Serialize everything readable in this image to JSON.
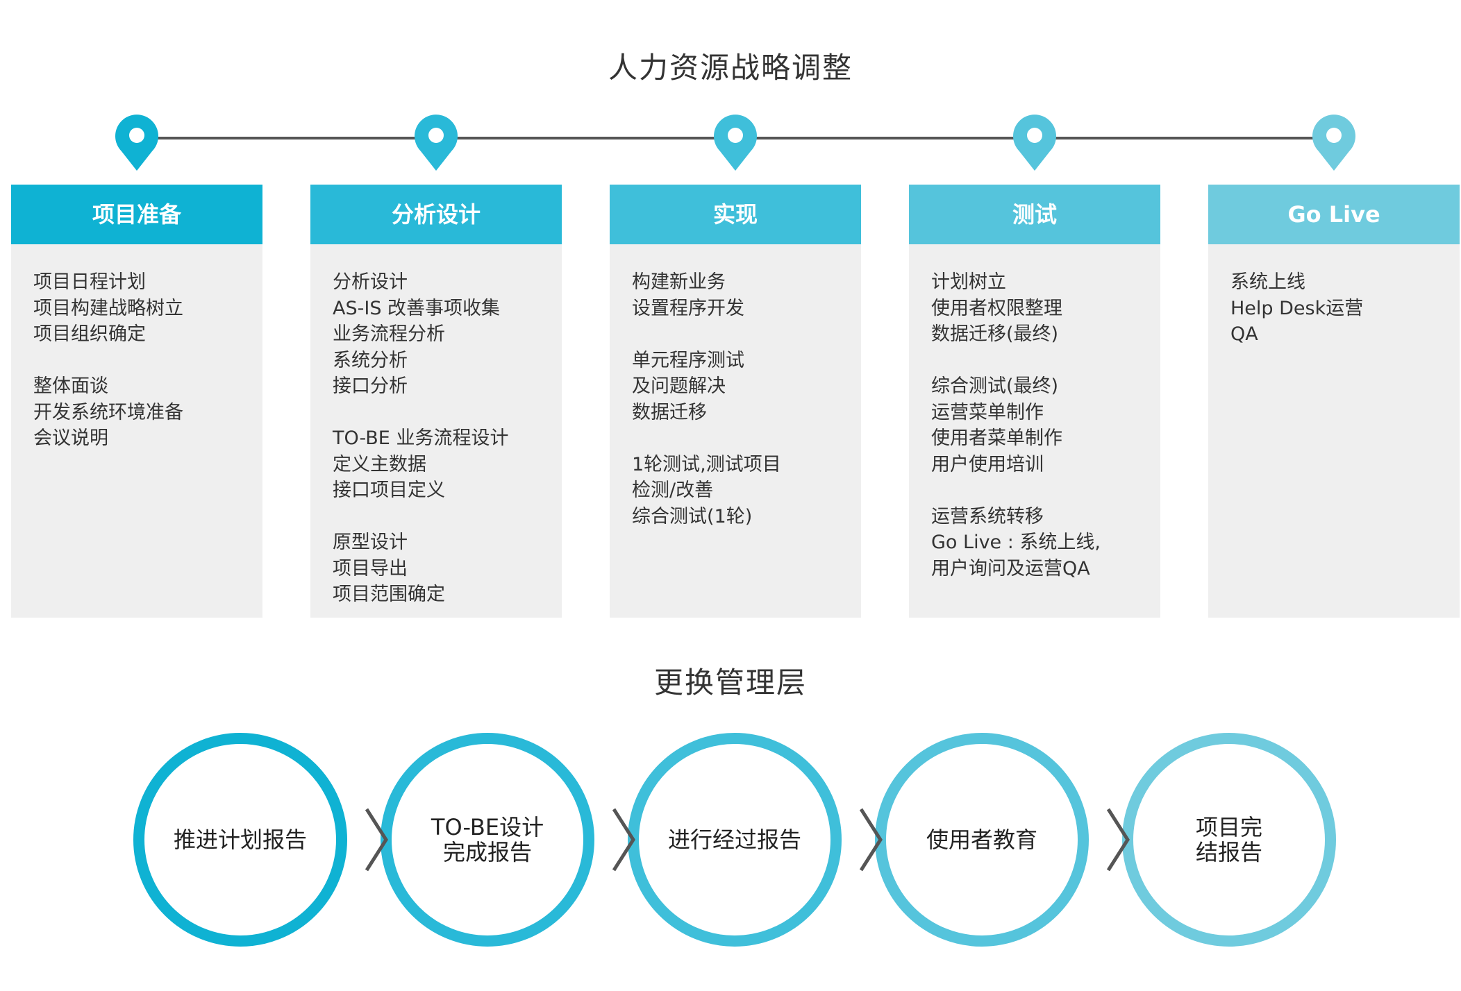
{
  "top_title": "人力资源战略调整",
  "bottom_title": "更换管理层",
  "colors": {
    "line": "#555555",
    "background_panel": "#efefef",
    "phase": [
      "#0fb2d3",
      "#29b9d8",
      "#3fbfda",
      "#55c4dc",
      "#6fcbde"
    ],
    "cycle": [
      "#0fb2d3",
      "#29b9d8",
      "#3fbfda",
      "#55c4dc",
      "#6fcbde"
    ],
    "arrow": "#555555"
  },
  "icons": {
    "timeline_marker": "location-pin-icon",
    "cycle_connector": "chevron-right-icon"
  },
  "phases": [
    {
      "title": "项目准备",
      "groups": [
        [
          "项目日程计划",
          "项目构建战略树立",
          "项目组织确定"
        ],
        [
          "整体面谈",
          "开发系统环境准备",
          "会议说明"
        ]
      ]
    },
    {
      "title": "分析设计",
      "groups": [
        [
          "分析设计",
          "AS-IS 改善事项收集",
          "业务流程分析",
          "系统分析",
          "接口分析"
        ],
        [
          "TO-BE 业务流程设计",
          "定义主数据",
          "接口项目定义"
        ],
        [
          "原型设计",
          "项目导出",
          "项目范围确定"
        ]
      ]
    },
    {
      "title": "实现",
      "groups": [
        [
          "构建新业务",
          "设置程序开发"
        ],
        [
          "单元程序测试",
          "及问题解决",
          "数据迁移"
        ],
        [
          "1轮测试,测试项目",
          "检测/改善",
          "综合测试(1轮)"
        ]
      ]
    },
    {
      "title": "测试",
      "groups": [
        [
          "计划树立",
          "使用者权限整理",
          "数据迁移(最终)"
        ],
        [
          "综合测试(最终)",
          "运营菜单制作",
          "使用者菜单制作",
          "用户使用培训"
        ],
        [
          "运营系统转移",
          "Go Live : 系统上线,",
          "用户询问及运营QA"
        ]
      ]
    },
    {
      "title": "Go Live",
      "groups": [
        [
          "系统上线",
          "Help Desk运营",
          "QA"
        ]
      ]
    }
  ],
  "cycle": [
    {
      "lines": [
        "推进计划报告"
      ]
    },
    {
      "lines": [
        "TO-BE设计",
        "完成报告"
      ]
    },
    {
      "lines": [
        "进行经过报告"
      ]
    },
    {
      "lines": [
        "使用者教育"
      ]
    },
    {
      "lines": [
        "项目完",
        "结报告"
      ]
    }
  ]
}
